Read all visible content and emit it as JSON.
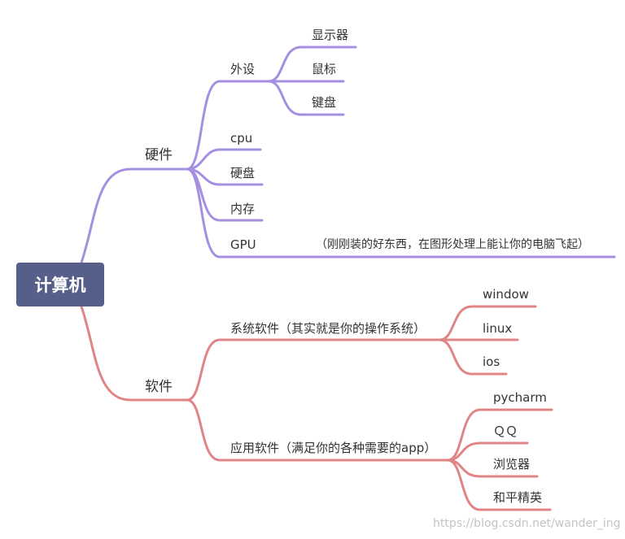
{
  "colors": {
    "hardware": "#a58fe0",
    "software": "#e08585",
    "root": "#555f8a"
  },
  "root": {
    "label": "计算机"
  },
  "hardware": {
    "label": "硬件",
    "peripheral": {
      "label": "外设",
      "children": [
        "显示器",
        "鼠标",
        "键盘"
      ]
    },
    "cpu": "cpu",
    "disk": "硬盘",
    "memory": "内存",
    "gpu": "GPU",
    "gpu_note": "（刚刚装的好东西，在图形处理上能让你的电脑飞起）"
  },
  "software": {
    "label": "软件",
    "system": {
      "label": "系统软件（其实就是你的操作系统）",
      "children": [
        "window",
        "linux",
        "ios"
      ]
    },
    "application": {
      "label": "应用软件（满足你的各种需要的app）",
      "children": [
        "pycharm",
        "ＱＱ",
        "浏览器",
        "和平精英"
      ]
    }
  },
  "watermark": "https://blog.csdn.net/wander_ing"
}
